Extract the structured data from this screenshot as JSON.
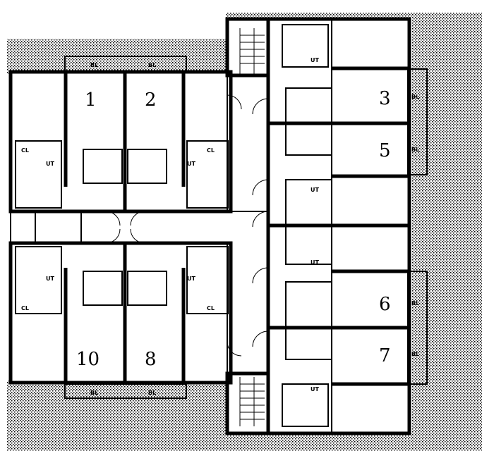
{
  "title": "Apartment floor plan",
  "units": [
    {
      "number": "1"
    },
    {
      "number": "2"
    },
    {
      "number": "3"
    },
    {
      "number": "5"
    },
    {
      "number": "6"
    },
    {
      "number": "7"
    },
    {
      "number": "8"
    },
    {
      "number": "10"
    }
  ],
  "labels": {
    "balcony": "BL",
    "closet": "CL",
    "utility": "UT"
  },
  "colors": {
    "line": "#000000",
    "background": "#ffffff"
  }
}
